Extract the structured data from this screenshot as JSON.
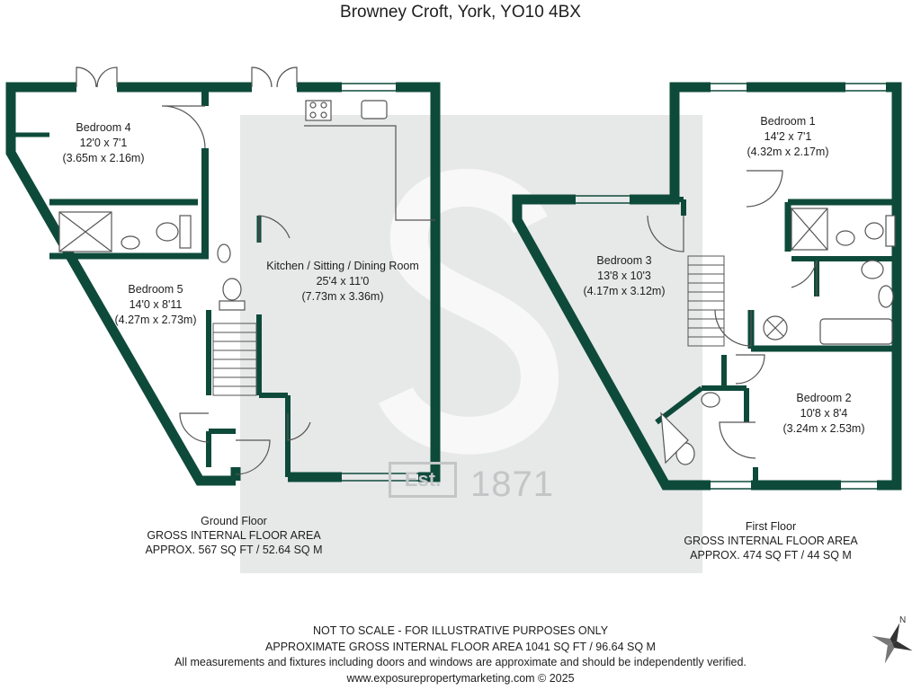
{
  "title": "Browney Croft, York, YO10 4BX",
  "colors": {
    "wall": "#0e4a3a",
    "fixture": "#555555",
    "watermark": "#c9cccc",
    "text": "#1e1e1e"
  },
  "rooms": {
    "bedroom4": {
      "name": "Bedroom 4",
      "imperial": "12'0 x 7'1",
      "metric": "(3.65m x 2.16m)"
    },
    "bedroom5": {
      "name": "Bedroom 5",
      "imperial": "14'0 x 8'11",
      "metric": "(4.27m x 2.73m)"
    },
    "kitchen": {
      "name": "Kitchen / Sitting / Dining Room",
      "imperial": "25'4 x 11'0",
      "metric": "(7.73m x 3.36m)"
    },
    "bedroom3": {
      "name": "Bedroom 3",
      "imperial": "13'8 x 10'3",
      "metric": "(4.17m x 3.12m)"
    },
    "bedroom1": {
      "name": "Bedroom 1",
      "imperial": "14'2 x 7'1",
      "metric": "(4.32m x 2.17m)"
    },
    "bedroom2": {
      "name": "Bedroom 2",
      "imperial": "10'8 x 8'4",
      "metric": "(3.24m x 2.53m)"
    }
  },
  "floors": {
    "ground": {
      "name": "Ground Floor",
      "line1": "GROSS INTERNAL FLOOR AREA",
      "line2": "APPROX. 567 SQ FT / 52.64 SQ M"
    },
    "first": {
      "name": "First Floor",
      "line1": "GROSS INTERNAL FLOOR AREA",
      "line2": "APPROX. 474 SQ FT / 44 SQ M"
    }
  },
  "footer": {
    "line1": "NOT TO SCALE - FOR ILLUSTRATIVE PURPOSES ONLY",
    "line2": "APPROXIMATE GROSS INTERNAL FLOOR AREA 1041 SQ FT / 96.64 SQ M",
    "line3": "All measurements and fixtures including doors and windows are approximate and should be independently verified.",
    "line4": "www.exposurepropertymarketing.com © 2025"
  },
  "watermark": {
    "est": "Est.",
    "year": "1871"
  },
  "compass": {
    "label": "N"
  }
}
